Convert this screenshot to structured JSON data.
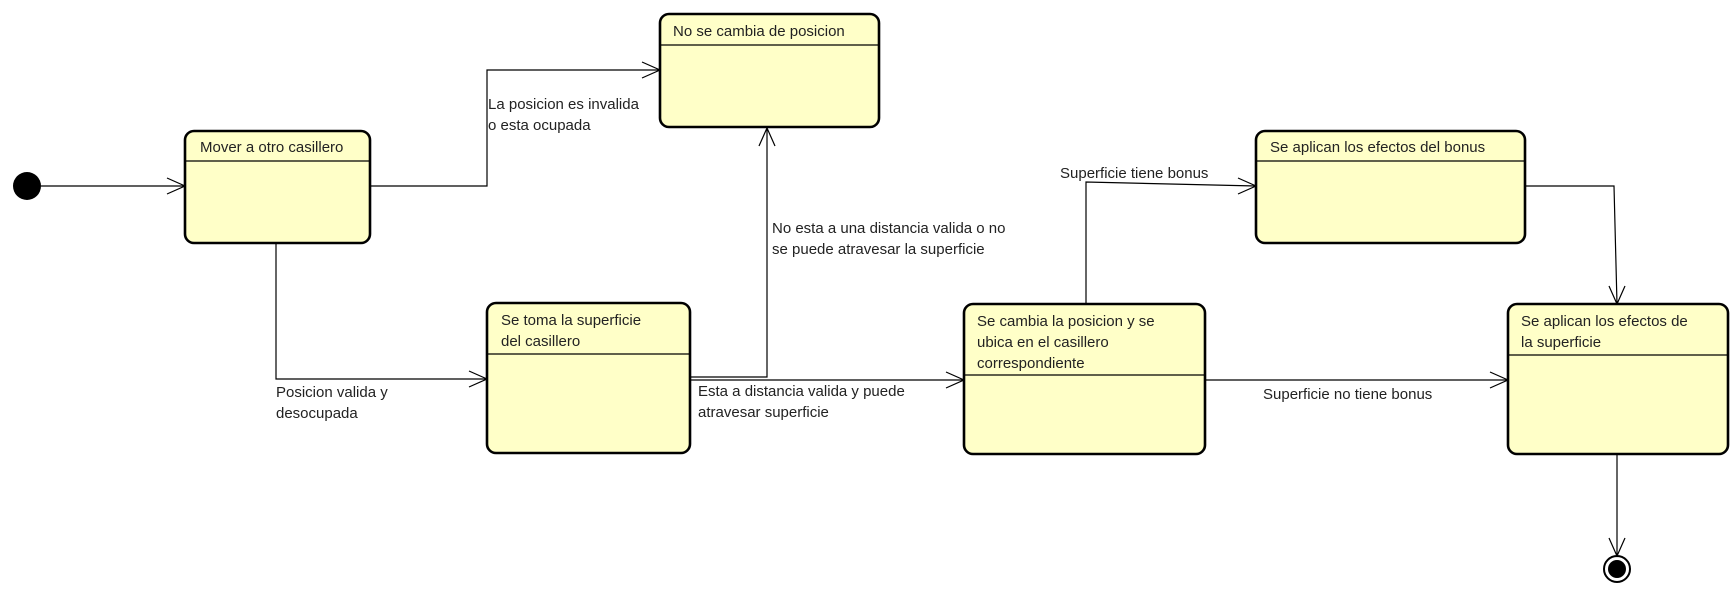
{
  "colors": {
    "state_fill": "#ffffc8",
    "state_border": "#000000",
    "initial_node": "#000000",
    "edge": "#000000"
  },
  "states": {
    "mover": {
      "lines": [
        "Mover a otro casillero"
      ]
    },
    "no_cambia": {
      "lines": [
        "No se cambia de posicion"
      ]
    },
    "toma_superficie": {
      "lines": [
        "Se toma la superficie",
        "del casillero"
      ]
    },
    "cambia_posicion": {
      "lines": [
        "Se cambia la posicion y se",
        "ubica en el casillero",
        "correspondiente"
      ]
    },
    "efectos_bonus": {
      "lines": [
        "Se aplican los efectos del bonus"
      ]
    },
    "efectos_superficie": {
      "lines": [
        "Se aplican los efectos de",
        "la superficie"
      ]
    }
  },
  "transitions": {
    "invalida": {
      "lines": [
        "La posicion es invalida",
        "o esta ocupada"
      ]
    },
    "valida": {
      "lines": [
        "Posicion valida y",
        "desocupada"
      ]
    },
    "no_distancia": {
      "lines": [
        "No esta a una distancia valida o no",
        "se puede atravesar la superficie"
      ]
    },
    "si_distancia": {
      "lines": [
        "Esta a distancia valida y puede",
        "atravesar superficie"
      ]
    },
    "tiene_bonus": {
      "lines": [
        "Superficie tiene bonus"
      ]
    },
    "no_bonus": {
      "lines": [
        "Superficie no tiene bonus"
      ]
    }
  }
}
